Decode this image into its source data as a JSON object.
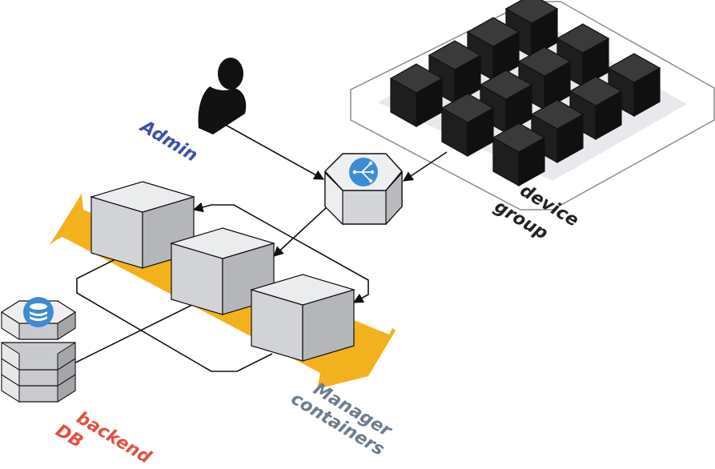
{
  "labels": {
    "admin": "Admin",
    "device_group_line1": "device",
    "device_group_line2": "group",
    "manager_line1": "Manager",
    "manager_line2": "containers",
    "backend_line1": "backend",
    "backend_line2": "DB"
  },
  "colors": {
    "admin": "#3d4fa8",
    "device_group": "#222222",
    "manager": "#6d7d8c",
    "backend": "#e4503f",
    "arrow_band": "#f2b21e",
    "hub_icon": "#3d8bd5",
    "device_cube": "#2a2a2a"
  },
  "icons": {
    "admin": "user-silhouette-icon",
    "hub": "fork-hub-icon",
    "database": "database-stack-icon"
  },
  "device_grid": {
    "rows": 3,
    "cols": 4
  }
}
